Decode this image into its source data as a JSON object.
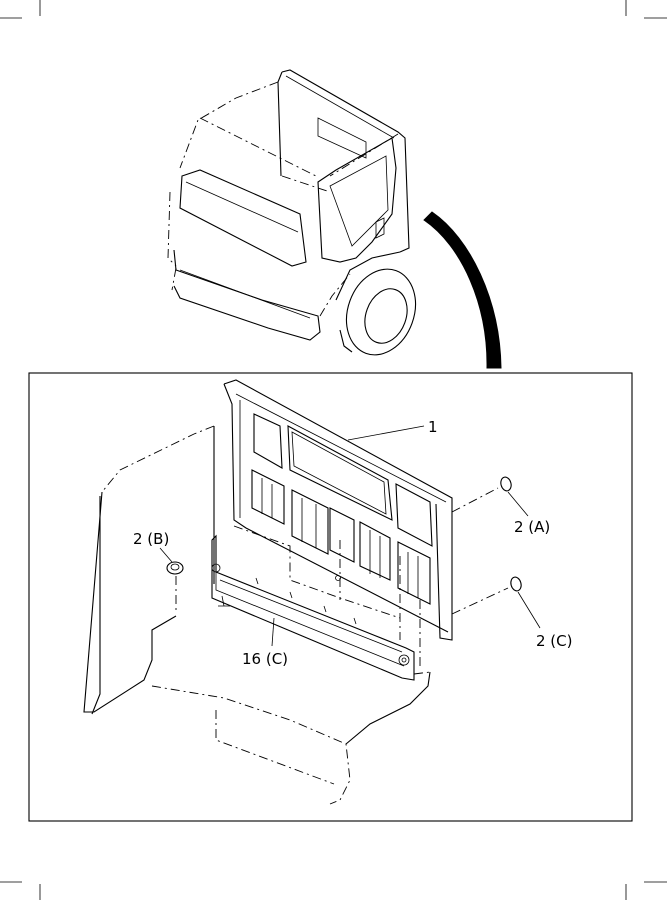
{
  "callouts": {
    "part_1": "1",
    "part_2a": "2 (A)",
    "part_2b": "2 (B)",
    "part_2c": "2 (C)",
    "part_16c": "16 (C)"
  },
  "colors": {
    "line": "#000000",
    "background": "#ffffff"
  }
}
